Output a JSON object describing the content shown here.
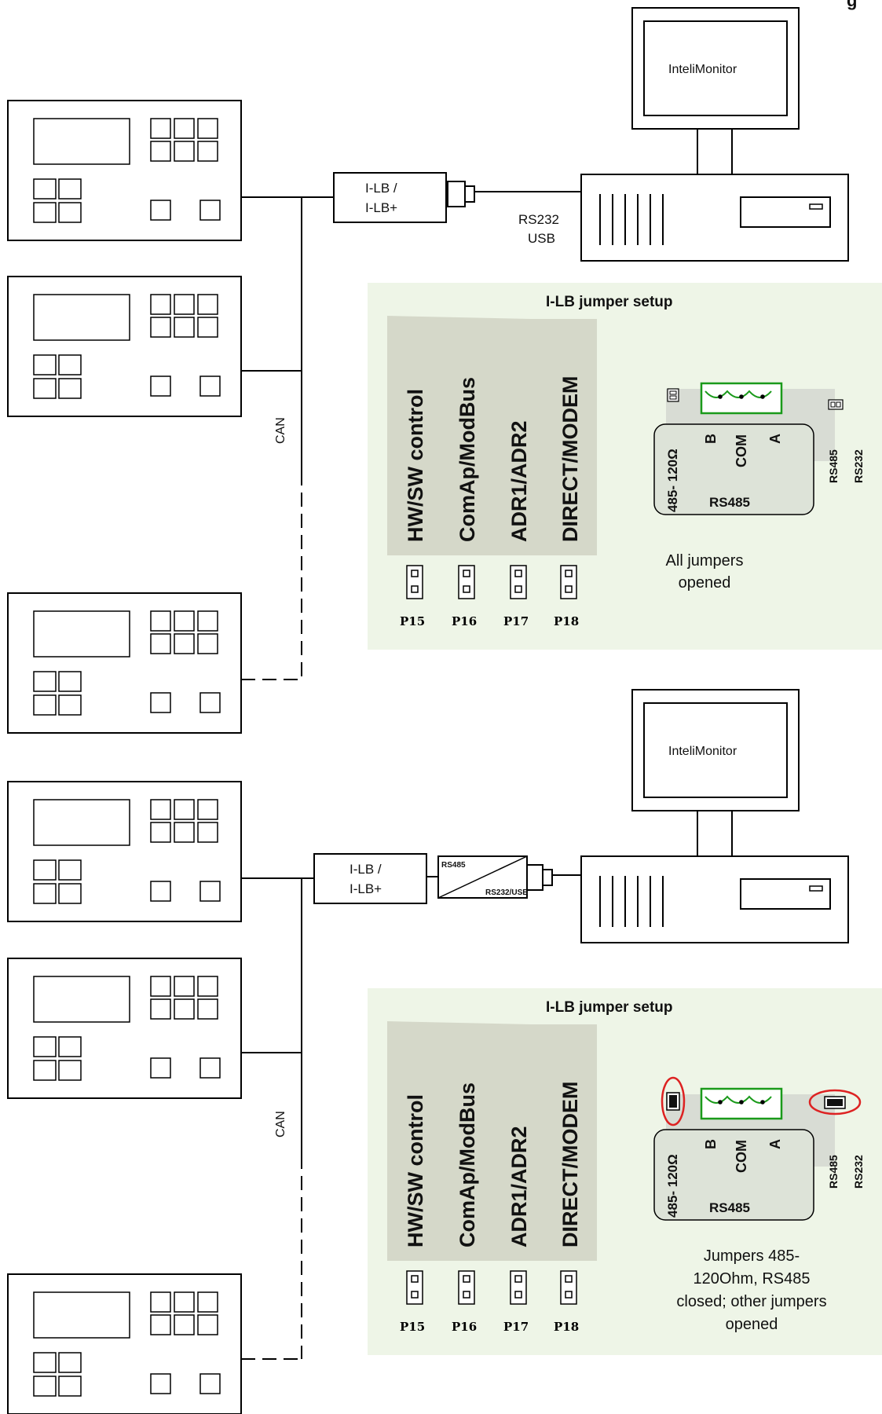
{
  "sections": [
    {
      "monitor_label": "InteliMonitor",
      "converter_label_line1": "I-LB /",
      "converter_label_line2": "I-LB+",
      "link_label_line1": "RS232",
      "link_label_line2": "USB",
      "can_label": "CAN",
      "jumper_setup": {
        "title": "I-LB jumper setup",
        "jumpers": [
          "HW/SW control",
          "ComAp/ModBus",
          "ADR1/ADR2",
          "DIRECT/MODEM"
        ],
        "pins": [
          "P15",
          "P16",
          "P17",
          "P18"
        ],
        "terminal_pins": [
          "485- 120Ω",
          "B",
          "COM",
          "A"
        ],
        "terminal_caption": "RS485",
        "side_labels": [
          "RS485",
          "RS232"
        ],
        "note_lines": [
          "All jumpers",
          "opened"
        ],
        "closed_jumpers": []
      }
    },
    {
      "monitor_label": "InteliMonitor",
      "converter_label_line1": "I-LB /",
      "converter_label_line2": "I-LB+",
      "rs_converter_top": "RS485",
      "rs_converter_bottom": "RS232/USB",
      "can_label": "CAN",
      "jumper_setup": {
        "title": "I-LB jumper setup",
        "jumpers": [
          "HW/SW control",
          "ComAp/ModBus",
          "ADR1/ADR2",
          "DIRECT/MODEM"
        ],
        "pins": [
          "P15",
          "P16",
          "P17",
          "P18"
        ],
        "terminal_pins": [
          "485- 120Ω",
          "B",
          "COM",
          "A"
        ],
        "terminal_caption": "RS485",
        "side_labels": [
          "RS485",
          "RS232"
        ],
        "note_lines": [
          "Jumpers 485-",
          "120Ohm, RS485",
          "closed; other jumpers",
          "opened"
        ],
        "closed_jumpers": [
          "485-120Ohm",
          "RS485"
        ]
      }
    }
  ],
  "colors": {
    "panel_bg": "#eef5e7",
    "jumper_bg": "#d5d8c9",
    "terminal_green": "#1a9a1a",
    "highlight_red": "#dd2222",
    "line": "#000000"
  }
}
